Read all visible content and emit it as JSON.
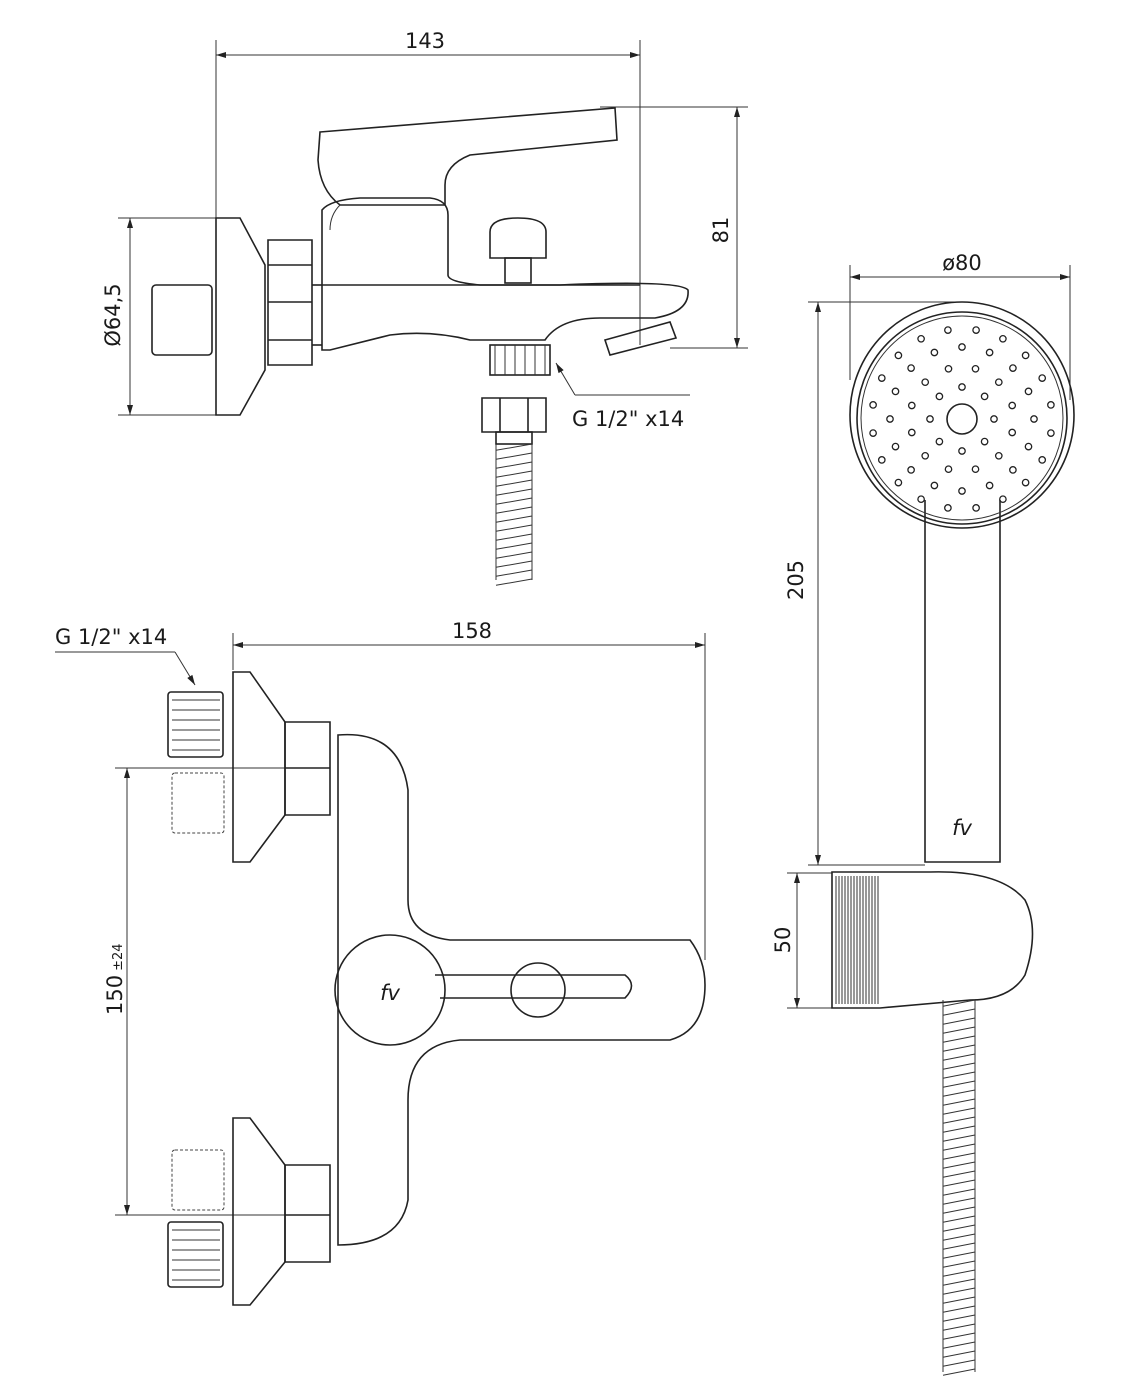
{
  "drawing": {
    "top_view": {
      "width_dim": "143",
      "height_dim": "81",
      "flange_diameter_dim": "Ø64,5",
      "thread_label": "G 1/2\"  x14"
    },
    "front_view": {
      "width_dim": "158",
      "thread_label": "G 1/2\"  x14",
      "spacing_dim": "150",
      "spacing_tolerance": "±24",
      "logo": "fv"
    },
    "hand_shower": {
      "head_diameter_dim": "ø80",
      "length_dim": "205",
      "holder_height_dim": "50",
      "logo": "fv"
    }
  }
}
